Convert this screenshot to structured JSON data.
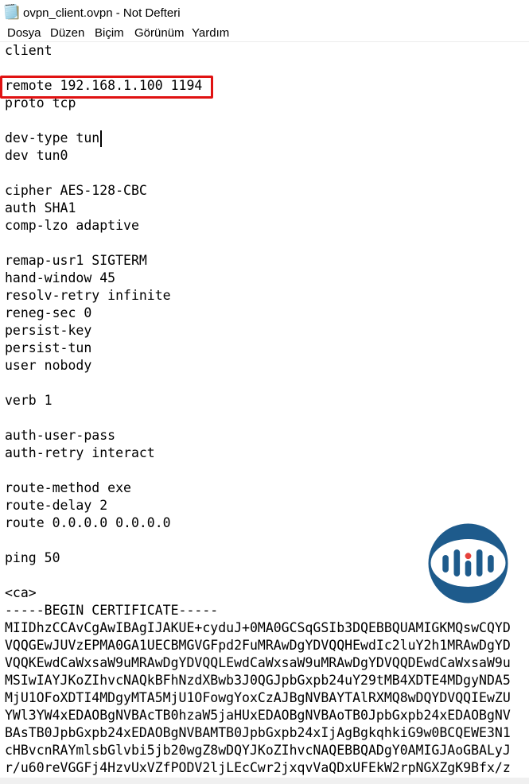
{
  "window": {
    "title": "ovpn_client.ovpn - Not Defteri"
  },
  "menu": {
    "items": [
      {
        "label": "Dosya"
      },
      {
        "label": "Düzen"
      },
      {
        "label": "Biçim"
      },
      {
        "label": "Görünüm"
      },
      {
        "label": "Yardım"
      }
    ]
  },
  "editor": {
    "lines": [
      "client",
      "",
      "remote 192.168.1.100 1194",
      "proto tcp",
      "",
      "dev-type tun",
      "dev tun0",
      "",
      "cipher AES-128-CBC",
      "auth SHA1",
      "comp-lzo adaptive",
      "",
      "remap-usr1 SIGTERM",
      "hand-window 45",
      "resolv-retry infinite",
      "reneg-sec 0",
      "persist-key",
      "persist-tun",
      "user nobody",
      "",
      "verb 1",
      "",
      "auth-user-pass",
      "auth-retry interact",
      "",
      "route-method exe",
      "route-delay 2",
      "route 0.0.0.0 0.0.0.0",
      "",
      "ping 50",
      "",
      "<ca>",
      "-----BEGIN CERTIFICATE-----",
      "MIIDhzCCAvCgAwIBAgIJAKUE+cyduJ+0MA0GCSqGSIb3DQEBBQUAMIGKMQswCQYD",
      "VQQGEwJUVzEPMA0GA1UECBMGVGFpd2FuMRAwDgYDVQQHEwdIc2luY2h1MRAwDgYD",
      "VQQKEwdCaWxsaW9uMRAwDgYDVQQLEwdCaWxsaW9uMRAwDgYDVQQDEwdCaWxsaW9u",
      "MSIwIAYJKoZIhvcNAQkBFhNzdXBwb3J0QGJpbGxpb24uY29tMB4XDTE4MDgyNDA5",
      "MjU1OFoXDTI4MDgyMTA5MjU1OFowgYoxCzAJBgNVBAYTAlRXMQ8wDQYDVQQIEwZU",
      "YWl3YW4xEDAOBgNVBAcTB0hzaW5jaHUxEDAOBgNVBAoTB0JpbGxpb24xEDAOBgNV",
      "BAsTB0JpbGxpb24xEDAOBgNVBAMTB0JpbGxpb24xIjAgBgkqhkiG9w0BCQEWE3N1",
      "cHBvcnRAYmlsbGlvbi5jb20wgZ8wDQYJKoZIhvcNAQEBBQADgY0AMIGJAoGBALyJ",
      "r/u60reVGGFj4HzvUxVZfPODV2ljLEcCwr2jxqvVaQDxUFEkW2rpNGXZgK9Bfx/z"
    ],
    "caret": {
      "line_index": 5,
      "column": 12
    },
    "annotation": {
      "highlighted_text": "remote 192.168.1.100 1194",
      "line_index": 2,
      "color": "#e01212"
    }
  },
  "watermark": {
    "name": "ipcisco-logo",
    "circle_color": "#1e5b8c",
    "dot_color": "#e6423c"
  }
}
